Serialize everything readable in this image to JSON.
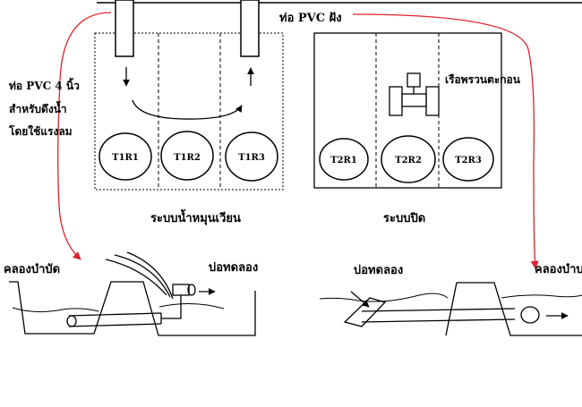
{
  "labels": {
    "pipe_top": "ท่อ PVC ฝัง",
    "pipe_left_line1": "ท่อ PVC 4 นิ้ว",
    "pipe_left_line2": "สำหรับดึงน้ำ",
    "pipe_left_line3": "โดยใช้แรงลม",
    "boat": "เรือพรวนตะกอน",
    "system_circulating": "ระบบน้ำหมุนเวียน",
    "system_closed": "ระบบปิด",
    "canal_left": "คลองบำบัด",
    "test_pond_left": "บ่อทดลอง",
    "test_pond_right": "บ่อทดลอง",
    "canal_right": "คลองบำบ"
  },
  "tanks": {
    "circulating": [
      "T1R1",
      "T1R2",
      "T1R3"
    ],
    "closed": [
      "T2R1",
      "T2R2",
      "T2R3"
    ]
  },
  "colors": {
    "line": "#000000",
    "arrow_red": "#e0202a",
    "background": "#ffffff"
  }
}
